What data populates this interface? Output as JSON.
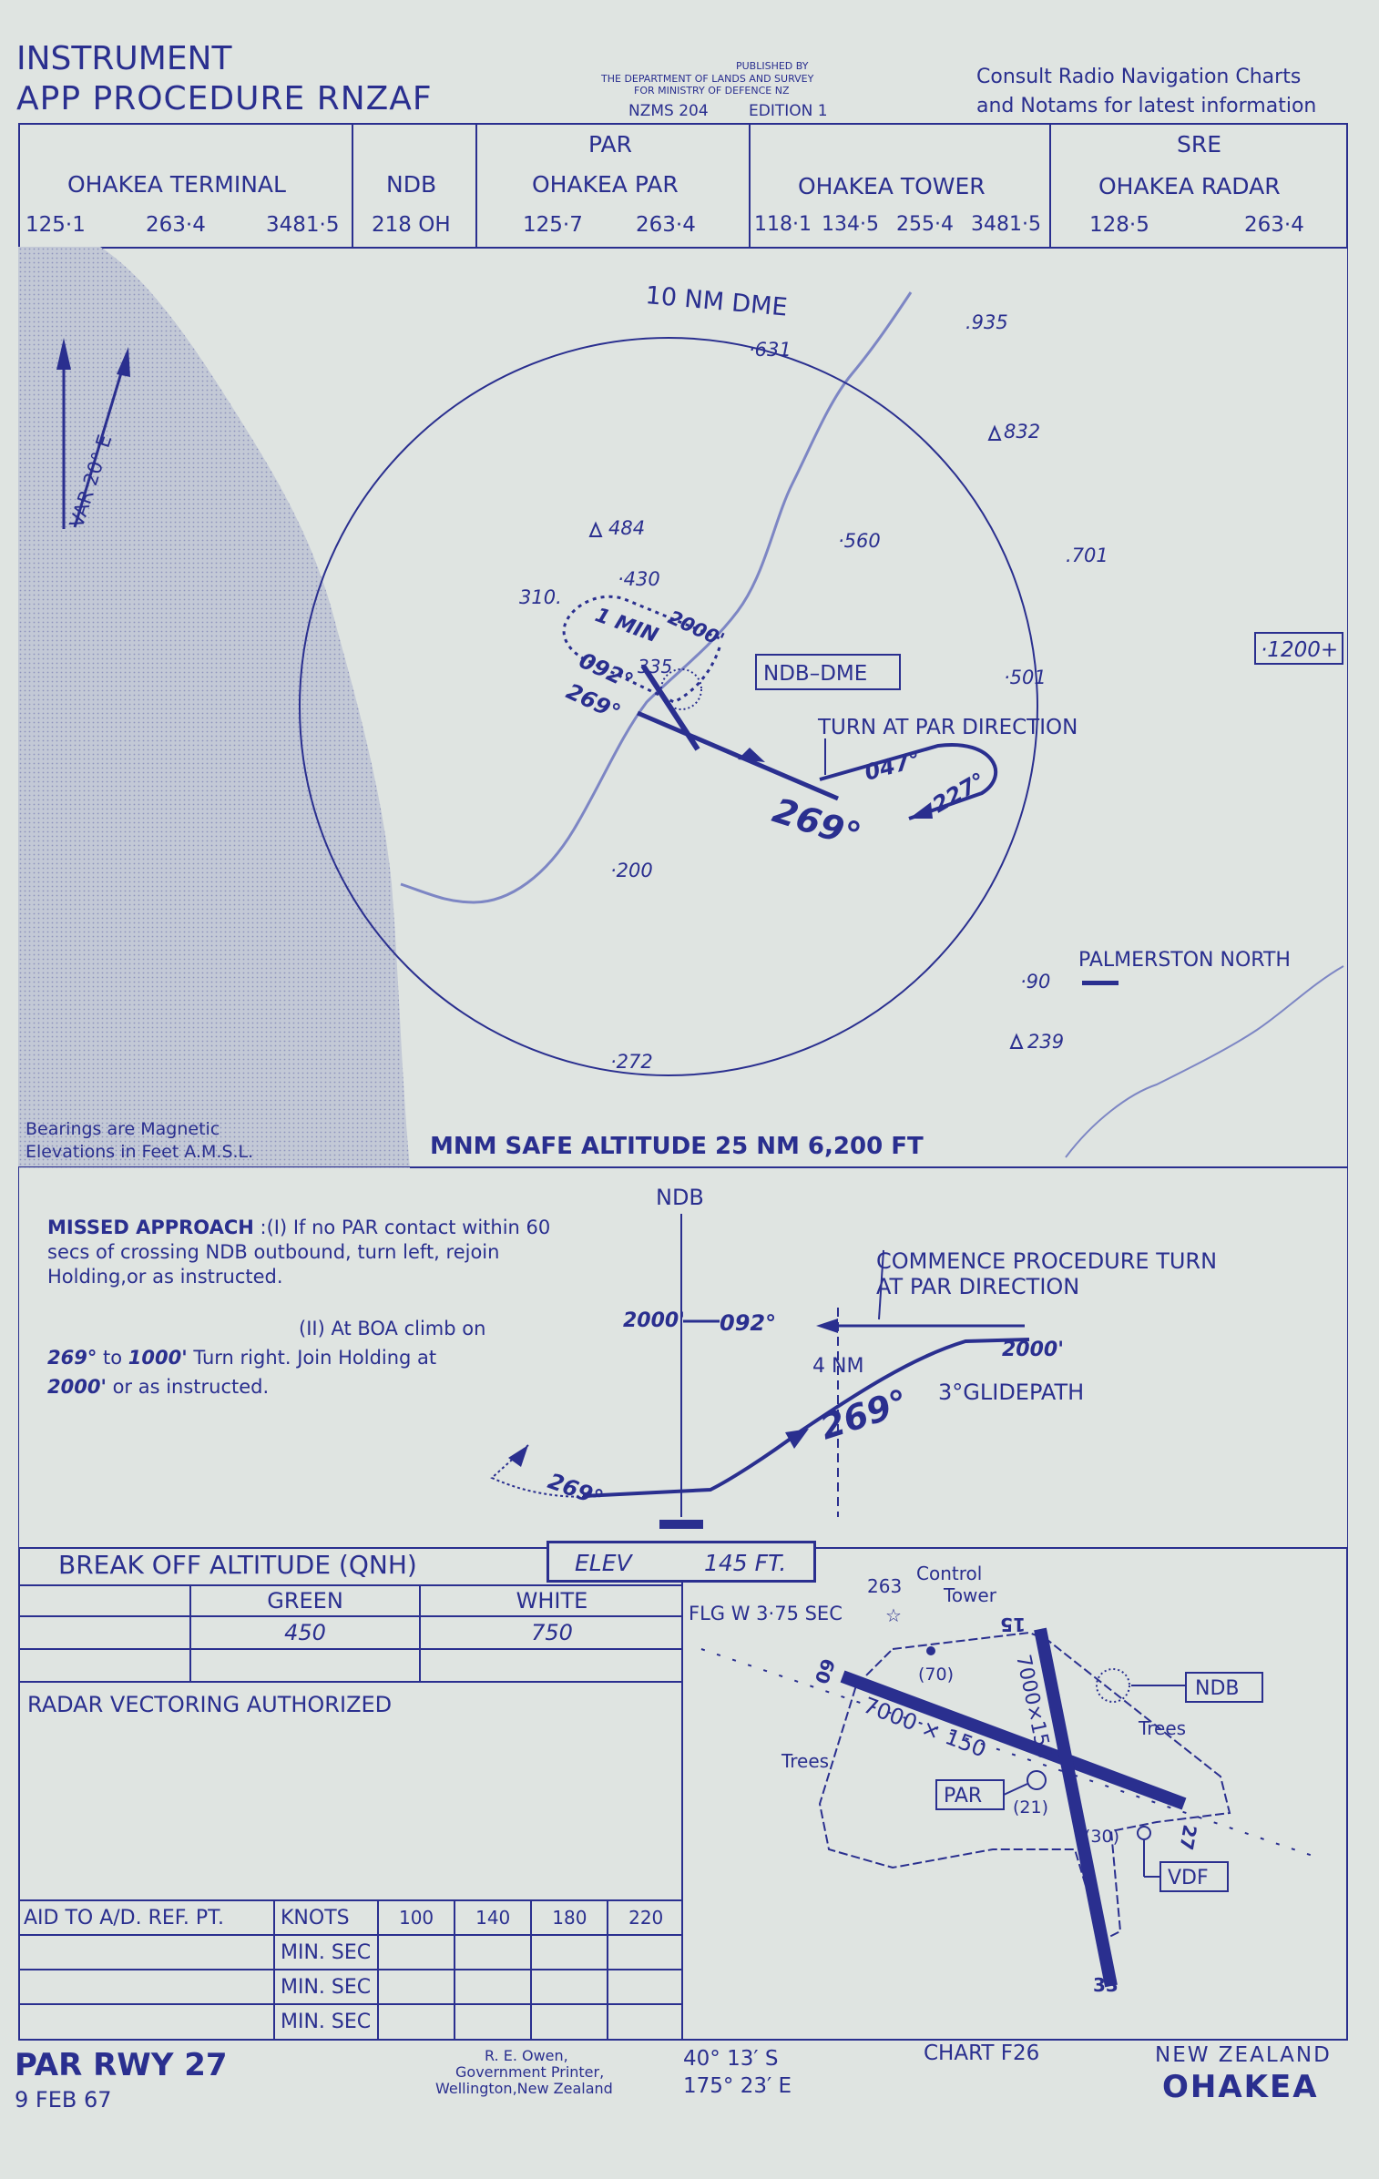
{
  "header": {
    "title_line1": "INSTRUMENT",
    "title_line2": "APP PROCEDURE RNZAF",
    "published_line1": "PUBLISHED BY",
    "published_line2": "THE DEPARTMENT OF LANDS AND SURVEY",
    "published_line3": "FOR MINISTRY OF DEFENCE NZ",
    "series": "NZMS 204",
    "edition": "EDITION 1",
    "consult_line1": "Consult Radio Navigation Charts",
    "consult_line2": "and Notams for latest information"
  },
  "frequencies": [
    {
      "top": "",
      "name": "OHAKEA TERMINAL",
      "values": [
        "125·1",
        "263·4",
        "3481·5"
      ]
    },
    {
      "top": "",
      "name": "NDB",
      "values": [
        "218 OH"
      ]
    },
    {
      "top": "PAR",
      "name": "OHAKEA PAR",
      "values": [
        "125·7",
        "263·4"
      ]
    },
    {
      "top": "",
      "name": "OHAKEA TOWER",
      "values": [
        "118·1",
        "134·5",
        "255·4",
        "3481·5"
      ]
    },
    {
      "top": "SRE",
      "name": "OHAKEA RADAR",
      "values": [
        "128·5",
        "263·4"
      ]
    }
  ],
  "plan": {
    "dme_ring": "10 NM DME",
    "variation": "VAR 20° E",
    "spot_heights": [
      ".935",
      "·631",
      "832",
      "484",
      "·560",
      ".701",
      "·501",
      "·200",
      "·90",
      "239",
      "·272",
      "310.",
      "·430",
      "335"
    ],
    "outer_alt": "·1200+",
    "holding_time": "1 MIN",
    "holding_alt": "2000'",
    "inbound_label": "092°",
    "outbound_label": "269°",
    "ndb_dme": "NDB–DME",
    "turn_note": "TURN AT PAR DIRECTION",
    "turn_047": "047°",
    "turn_227": "227°",
    "final_269": "269°",
    "town": "PALMERSTON NORTH",
    "notes_line1": "Bearings are Magnetic",
    "notes_line2": "Elevations in Feet A.M.S.L.",
    "msa": "MNM SAFE ALTITUDE 25 NM   6,200 FT"
  },
  "profile": {
    "ndb_label": "NDB",
    "missed_title": "MISSED APPROACH",
    "missed_1": ":(I) If no PAR contact within 60 secs of crossing NDB outbound, turn left, rejoin Holding,or as instructed.",
    "missed_2a": "(II) At BOA climb on",
    "missed_2b": "269°",
    "missed_2c": " to ",
    "missed_2d": "1000'",
    "missed_2e": " Turn right. Join Holding at",
    "missed_2f": "2000'",
    "missed_2g": " or as instructed.",
    "alt_left": "2000'",
    "track_092": "092°",
    "alt_right": "2000'",
    "distance": "4 NM",
    "commence_line1": "COMMENCE PROCEDURE TURN",
    "commence_line2": "AT PAR DIRECTION",
    "glidepath": "3°GLIDEPATH",
    "final_269": "269°",
    "missed_269": "269°"
  },
  "minima": {
    "boa_title": "BREAK OFF ALTITUDE (QNH)",
    "elev_label": "ELEV",
    "elev_value": "145 FT.",
    "col_green": "GREEN",
    "col_white": "WHITE",
    "green_value": "450",
    "white_value": "750",
    "radar_vectoring": "RADAR VECTORING AUTHORIZED",
    "aid_label": "AID TO A/D. REF. PT.",
    "knots_label": "KNOTS",
    "speeds": [
      "100",
      "140",
      "180",
      "220"
    ],
    "min_sec_rows": [
      "MIN. SEC",
      "MIN. SEC",
      "MIN. SEC"
    ]
  },
  "aerodrome": {
    "light": "FLG W 3·75 SEC",
    "tower_elev": "263",
    "tower_line1": "Control",
    "tower_line2": "Tower",
    "tower_ht": "(70)",
    "rwy_09_27": "7000 × 150",
    "rwy_15_33": "7000×150",
    "rwy_end_09": "09",
    "rwy_end_15": "15",
    "rwy_end_27": "27",
    "rwy_end_33": "33",
    "trees_left": "Trees",
    "trees_right": "Trees",
    "ndb": "NDB",
    "par": "PAR",
    "par_ht": "(21)",
    "vdf_ht": "(30)",
    "vdf": "VDF"
  },
  "footer": {
    "procedure": "PAR RWY 27",
    "date": "9 FEB 67",
    "printer_line1": "R. E. Owen,",
    "printer_line2": "Government Printer,",
    "printer_line3": "Wellington,New Zealand",
    "lat": "40° 13′ S",
    "lon": "175° 23′ E",
    "chart": "CHART F26",
    "country": "NEW ZEALAND",
    "aerodrome": "OHAKEA"
  },
  "colors": {
    "ink": "#2a2f8f",
    "paper": "#dfe4e1",
    "sea": "#c3c9d6"
  }
}
